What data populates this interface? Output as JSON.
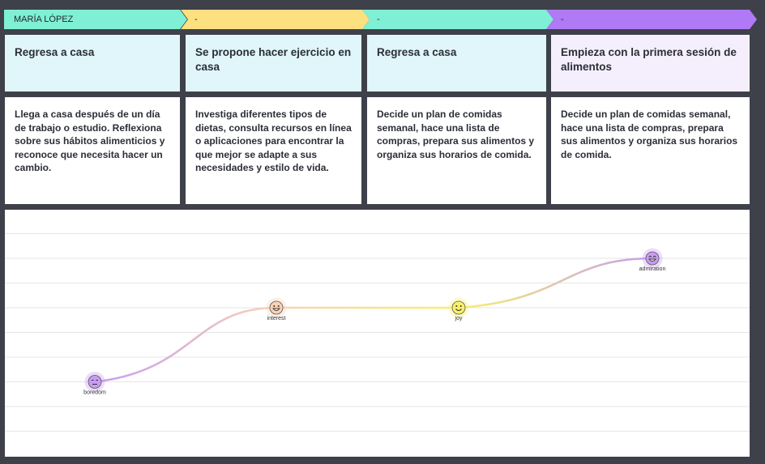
{
  "phases": [
    {
      "label": "MARÍA LÓPEZ",
      "color": "#7ff0d6"
    },
    {
      "label": "-",
      "color": "#fde080"
    },
    {
      "label": "-",
      "color": "#7ff0d6"
    },
    {
      "label": "-",
      "color": "#b079f5"
    }
  ],
  "steps": [
    {
      "title": "Regresa a casa",
      "title_bg": "#e0f6fa",
      "description": "Llega a casa después de un día de trabajo o estudio. Reflexiona sobre sus hábitos alimenticios y reconoce que necesita hacer un cambio."
    },
    {
      "title": "Se propone hacer ejercicio en casa",
      "title_bg": "#e0f6fa",
      "description": "Investiga diferentes tipos de dietas, consulta recursos en línea o aplicaciones para encontrar la que mejor se adapte a sus necesidades y estilo de vida."
    },
    {
      "title": "Regresa a casa",
      "title_bg": "#e0f6fa",
      "description": "Decide un plan de comidas semanal, hace una lista de compras, prepara sus alimentos y organiza sus horarios de comida."
    },
    {
      "title": "Empieza con la primera sesión de alimentos",
      "title_bg": "#f5effd",
      "description": "Decide un plan de comidas semanal, hace una lista de compras, prepara sus alimentos y organiza sus horarios de comida."
    }
  ],
  "emotions": [
    {
      "label": "boredom",
      "level": 2,
      "color": "#c89cf2",
      "face": "neutral",
      "icon": "neutral-face-icon"
    },
    {
      "label": "interest",
      "level": 5,
      "color": "#f8d2b4",
      "face": "grin",
      "icon": "grinning-face-icon"
    },
    {
      "label": "joy",
      "level": 5,
      "color": "#f8f06c",
      "face": "smile",
      "icon": "smiling-face-icon"
    },
    {
      "label": "admiration",
      "level": 7,
      "color": "#c89cf2",
      "face": "admire",
      "icon": "admiring-face-icon"
    }
  ]
}
